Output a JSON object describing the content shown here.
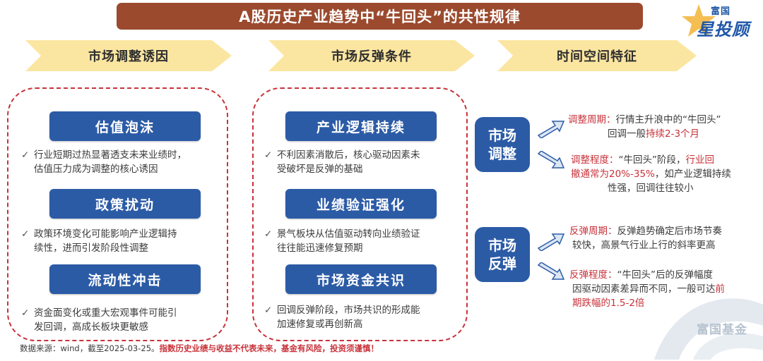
{
  "title": "A股历史产业趋势中“牛回头”的共性规律",
  "logo": {
    "top": "富国",
    "main": "星投顾"
  },
  "columns": [
    {
      "label": "市场调整诱因"
    },
    {
      "label": "市场反弹条件"
    },
    {
      "label": "时间空间特征"
    }
  ],
  "causes": [
    {
      "title": "估值泡沫",
      "check": "✓",
      "line1": "行业短期过热显著透支未来业绩时，",
      "line2": "估值压力成为调整的核心诱因"
    },
    {
      "title": "政策扰动",
      "check": "✓",
      "line1": "政策环境变化可能影响产业逻辑持",
      "line2": "续性，进而引发阶段性调整"
    },
    {
      "title": "流动性冲击",
      "check": "✓",
      "line1": "资金面变化或重大宏观事件可能引",
      "line2": "发回调，高成长板块更敏感"
    }
  ],
  "conditions": [
    {
      "title": "产业逻辑持续",
      "check": "✓",
      "line1": "不利因素消散后，核心驱动因素未",
      "line2": "受破坏是反弹的基础"
    },
    {
      "title": "业绩验证强化",
      "check": "✓",
      "line1": "景气板块从估值驱动转向业绩验证",
      "line2": "往往能迅速修复预期"
    },
    {
      "title": "市场资金共识",
      "check": "✓",
      "line1": "回调反弹阶段，市场共识的形成能",
      "line2": "加速修复或再创新高"
    }
  ],
  "adjust": {
    "label1": "市场",
    "label2": "调整",
    "period_label": "调整周期：",
    "period_text1": "行情主升浪中的“牛回头”",
    "period_text2": "回调一般",
    "period_red": "持续2-3个月",
    "degree_label": "调整程度：",
    "degree_text1": "“牛回头”阶段，",
    "degree_red1": "行业回",
    "degree_red2": "撤通常为20%-35%",
    "degree_text2": "，如产业逻辑持续",
    "degree_text3": "性强，回调往往较小"
  },
  "rebound": {
    "label1": "市场",
    "label2": "反弹",
    "period_label": "反弹周期：",
    "period_text1": "反弹趋势确定后市场节奏",
    "period_text2": "较快，高景气行业上行的斜率更高",
    "degree_label": "反弹程度：",
    "degree_text1": "“牛回头”后的反弹幅度",
    "degree_text2": "因驱动因素差异而不同，一般可达",
    "degree_red1": "前",
    "degree_red2": "期跌幅的1.5-2倍"
  },
  "source": {
    "text": "数据来源：wind，截至2025-03-25。",
    "warning": "指数历史业绩与收益不代表未来，基金有风险，投资须谨慎！"
  },
  "fund_logo": "富国基金",
  "colors": {
    "title_bg": "#9b4a2e",
    "chevron": "#fbe6a1",
    "box_blue": "#2c5ba6",
    "accent_red": "#c8323a"
  }
}
